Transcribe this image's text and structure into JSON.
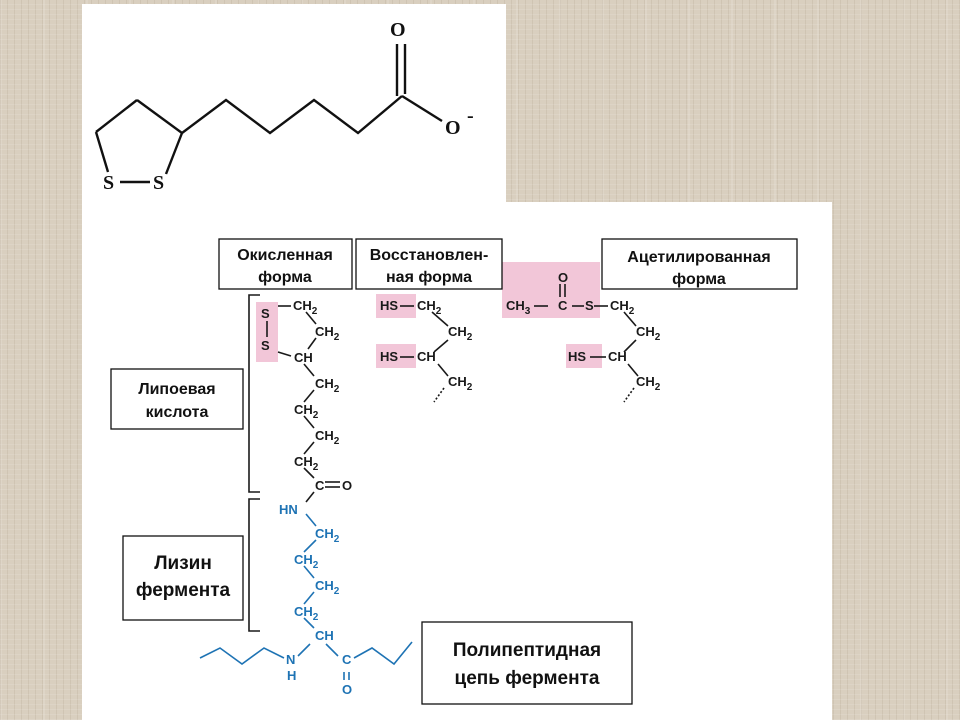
{
  "lipoic_anion": {
    "oxygen_double": "O",
    "oxygen_single": "O",
    "charge": "-",
    "sulfur_1": "S",
    "sulfur_2": "S"
  },
  "labels": {
    "oxidized_line1": "Окисленная",
    "oxidized_line2": "форма",
    "reduced_line1": "Восстановлен-",
    "reduced_line2": "ная форма",
    "acetylated_line1": "Ацетилированная",
    "acetylated_line2": "форма",
    "lipoic_line1": "Липоевая",
    "lipoic_line2": "кислота",
    "lysine_line1": "Лизин",
    "lysine_line2": "фермента",
    "polypeptide_line1": "Полипептидная",
    "polypeptide_line2": "цепь фермента"
  },
  "atoms": {
    "S": "S",
    "CH2": "CH",
    "CH2_sub": "2",
    "CH": "CH",
    "C": "C",
    "O": "O",
    "HN": "HN",
    "N": "N",
    "H": "H",
    "HS": "HS",
    "CH3": "CH",
    "CH3_sub": "3"
  },
  "colors": {
    "highlight": "#f2c6d8",
    "lysine_blue": "#1e73b4",
    "panel": "#ffffff"
  }
}
